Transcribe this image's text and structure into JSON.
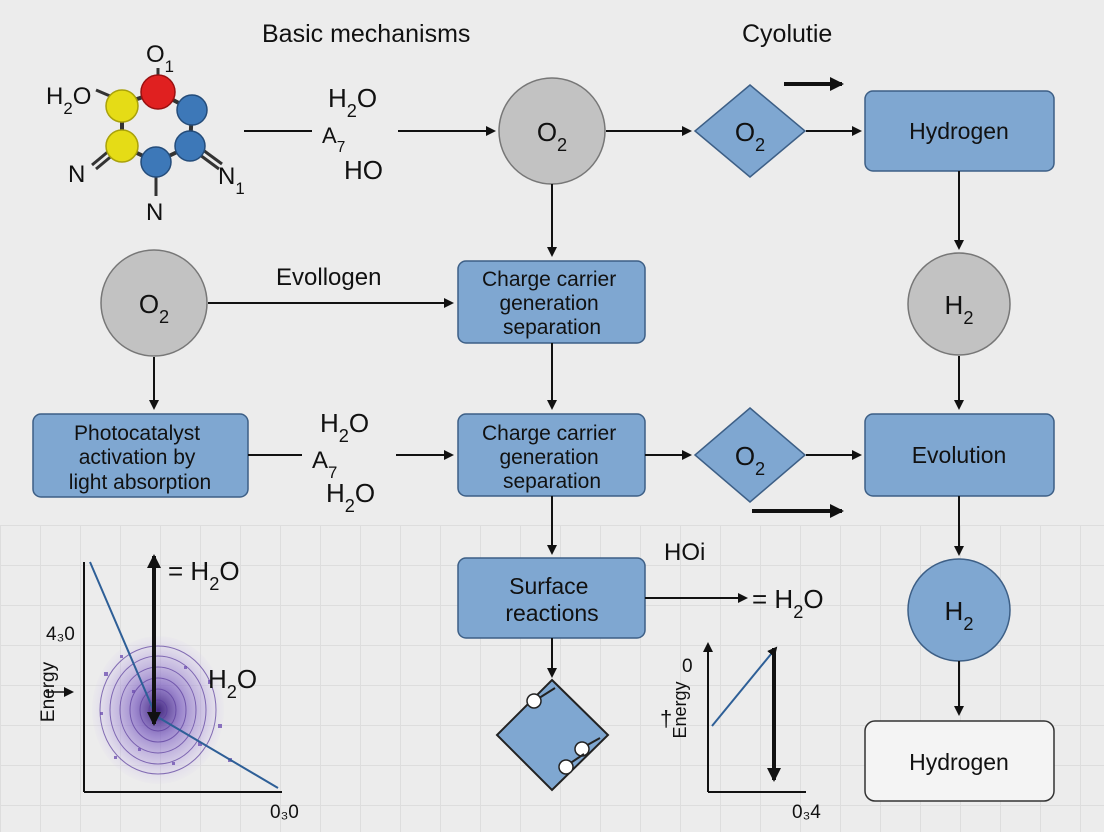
{
  "titles": {
    "basic_mechanisms": "Basic mechanisms",
    "cyolutie": "Cyolutie"
  },
  "molecule": {
    "o1": "O1",
    "h2o": "H2O",
    "n_left": "N",
    "n_bottom": "N",
    "n1": "N1"
  },
  "top_row": {
    "h2o": "H2O",
    "a7": "A7",
    "ho": "HO",
    "circle_o2": "O2",
    "diamond_o2": "O2",
    "hydrogen": "Hydrogen"
  },
  "middle_row": {
    "circle_o2": "O2",
    "evollogen": "Evollogen",
    "charge_box_lines": [
      "Charge carrier",
      "generation",
      "separation"
    ],
    "h2_circle": "H2"
  },
  "third_row": {
    "photocatalyst_lines": [
      "Photocatalyst",
      "activation by",
      "light absorption"
    ],
    "h2o_a": "H2O",
    "a7": "A7",
    "h2o_b": "H2O",
    "charge_box_lines": [
      "Charge carrier",
      "generation",
      "separation"
    ],
    "diamond_o2": "O2",
    "evolution": "Evolution"
  },
  "bottom_row": {
    "hoi": "HOi",
    "surface_lines": [
      "Surface",
      "reactions"
    ],
    "eq_h2o": "= H2O",
    "h2_circle": "H2",
    "hydrogen": "Hydrogen"
  },
  "left_plot": {
    "eq_h2o": "= H2O",
    "h2o": "H2O",
    "y_tick": "4₃0",
    "x_tick": "0₃0",
    "ylabel": "Energy"
  },
  "right_plot": {
    "y_tick": "0",
    "x_tick": "0₃4",
    "ylabel": "Energy",
    "y_marker": "†"
  },
  "colors": {
    "box_fill": "#7fa7d1",
    "box_stroke": "#3d5f86",
    "circle_gray": "#c2c2c2",
    "atom_red": "#e02020",
    "atom_yellow": "#e5dc16",
    "atom_blue": "#3d78b8",
    "contour_purple": "#6b4bb0"
  }
}
